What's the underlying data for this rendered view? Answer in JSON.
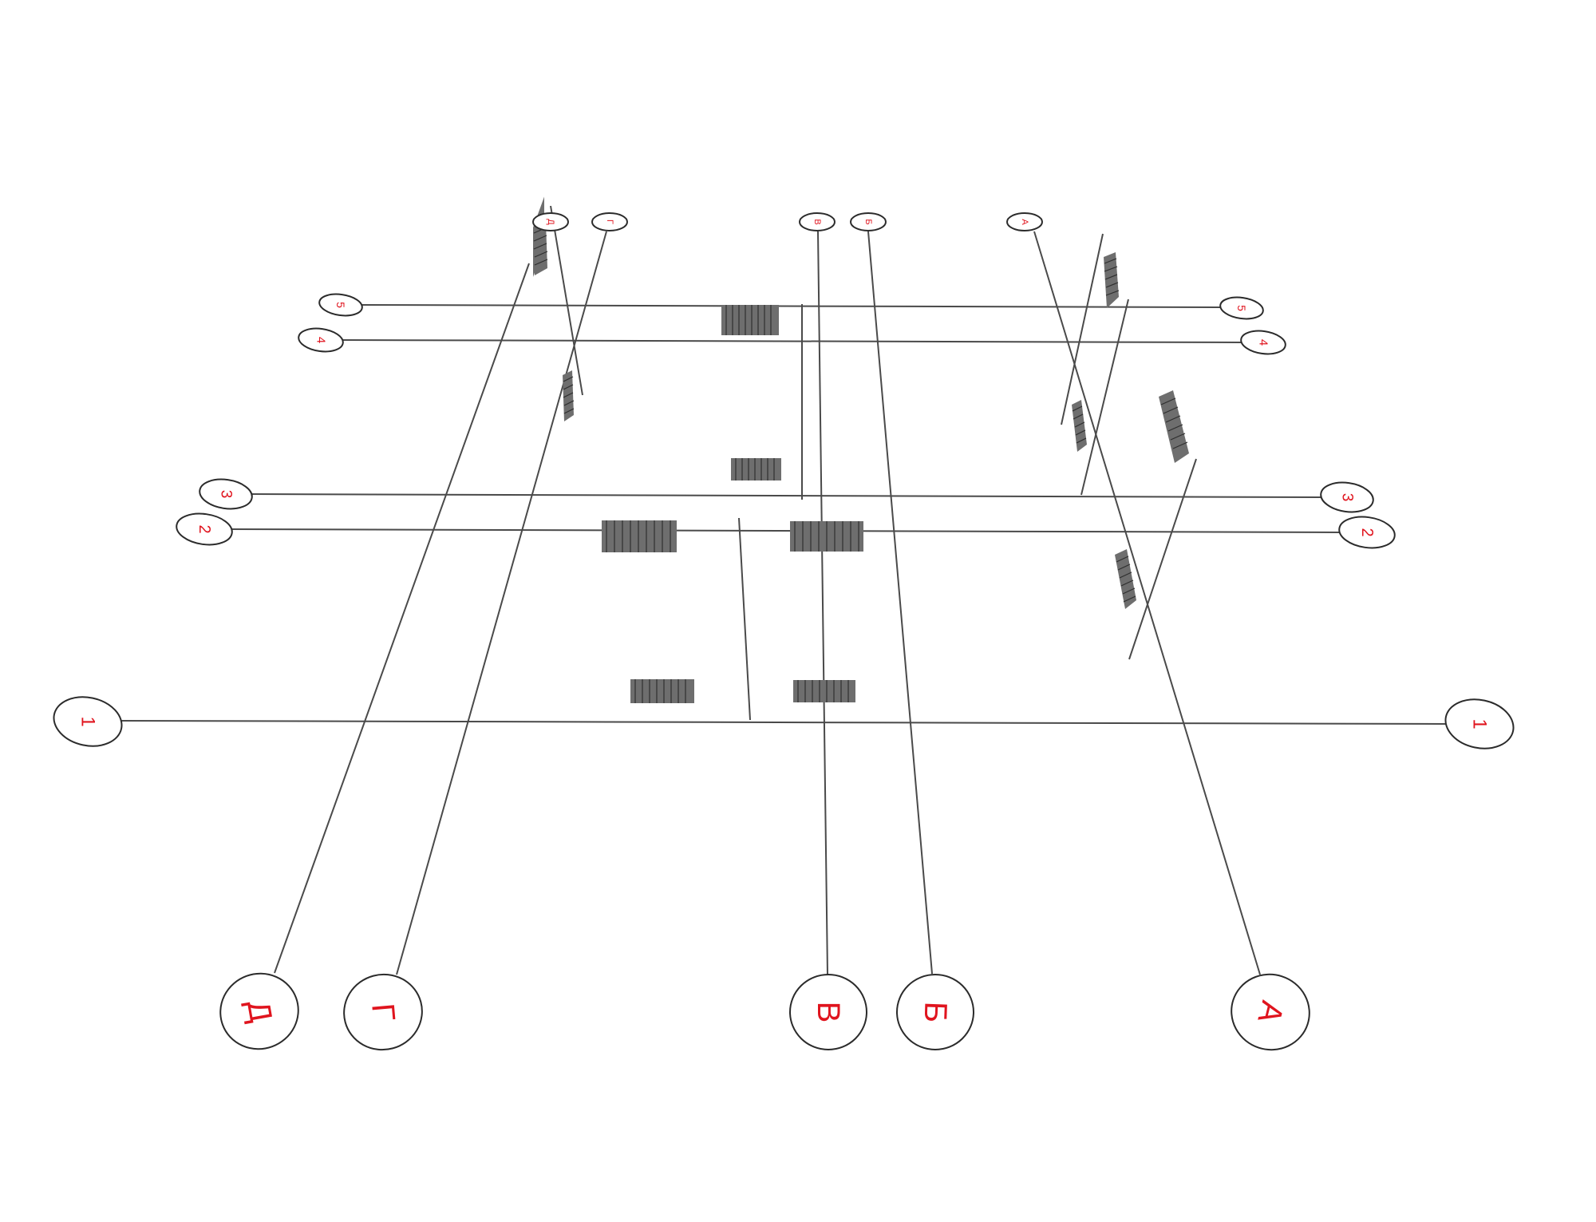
{
  "colors": {
    "axis_label": "#e0141e",
    "line": "#4a4a4a",
    "radiator": "#6e6e6e",
    "background": "#ffffff"
  },
  "grid_axes": {
    "lettered": {
      "D": "Д",
      "G": "Г",
      "V": "В",
      "B": "Б",
      "A": "А"
    },
    "numbered": {
      "n1": "1",
      "n2": "2",
      "n3": "3",
      "n4": "4",
      "n5": "5"
    }
  },
  "radiator_icon": "radiator-icon"
}
